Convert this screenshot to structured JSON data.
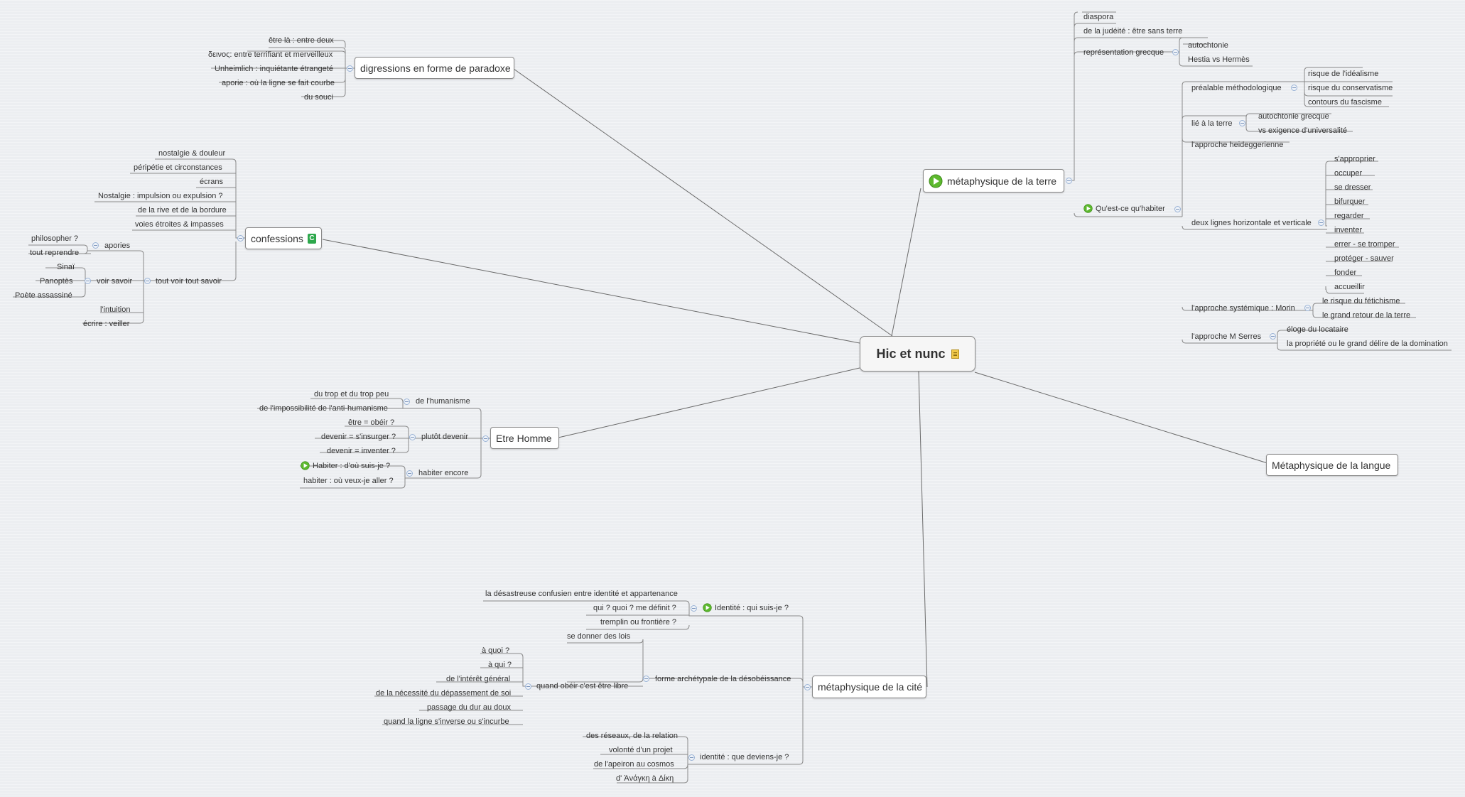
{
  "root": {
    "label": "Hic et nunc",
    "icon": "note-icon"
  },
  "branches": {
    "terre": {
      "label": "métaphysique de la terre",
      "icon": "play-icon",
      "items": {
        "diaspora": "diaspora",
        "judeite": "de la judéité : être sans terre",
        "rep_grecque": "représentation grecque",
        "autochtonie": "autochtonie",
        "hestia": "Hestia vs Hermès",
        "habiter": "Qu'est-ce qu'habiter",
        "prealable": "préalable méthodologique",
        "idealisme": "risque de l'idéalisme",
        "conservatisme": "risque du conservatisme",
        "fascisme": "contours du fascisme",
        "lie_terre": "lié à la terre",
        "autochtonie_grecque": "autochtonie grecque",
        "universalite": "vs exigence d'universalité",
        "heidegger": "l'approche heideggerienne",
        "deux_lignes": "deux lignes horizontale et verticale",
        "approprier": "s'approprier",
        "occuper": "occuper",
        "dresser": "se dresser",
        "bifurquer": "bifurquer",
        "regarder": "regarder",
        "inventer": "inventer",
        "errer": "errer - se tromper",
        "proteger": "protéger - sauver",
        "fonder": "fonder",
        "accueillir": "accueillir",
        "morin": "l'approche systémique : Morin",
        "fetichisme": "le risque du fétichisme",
        "retour": "le grand retour de la terre",
        "serres": "l'approche M Serres",
        "locataire": "éloge du locataire",
        "propriete": "la propriété ou le grand délire de la domination"
      }
    },
    "langue": {
      "label": "Métaphysique de la langue"
    },
    "digressions": {
      "label": "digressions en forme de paradoxe",
      "items": {
        "entre_deux": "être là : entre deux",
        "deinos": "δεινος: entre terrifiant et merveilleux",
        "unheimlich": "Unheimlich : inquiétante étrangeté",
        "aporie": "aporie : où la ligne se fait courbe",
        "souci": "du souci"
      }
    },
    "confessions": {
      "label": "confessions",
      "icon_letter": "C",
      "items": {
        "nostalgie": "nostalgie & douleur",
        "peripetie": "péripétie et circonstances",
        "ecrans": "écrans",
        "impulsion": "Nostalgie : impulsion ou expulsion ?",
        "rive": "de la rive et de la bordure",
        "voies": "voies étroites & impasses",
        "tout_voir": "tout voir tout savoir",
        "apories": "apories",
        "philosopher": "philosopher ?",
        "reprendre": "tout reprendre",
        "voir_savoir": "voir savoir",
        "sinai": "Sinaï",
        "panoptes": "Panoptès",
        "poete": "Poète assassiné",
        "intuition": "l'intuition",
        "ecrire": "écrire : veiller"
      }
    },
    "homme": {
      "label": "Etre Homme",
      "items": {
        "humanisme": "de l'humanisme",
        "trop": "du trop et du trop peu",
        "anti": "de l'impossibilité de l'anti-humanisme",
        "plutot": "plutôt devenir",
        "obeir": "être = obéir ?",
        "insurger": "devenir = s'insurger ?",
        "inventer": "devenir = inventer ?",
        "habiter_encore": "habiter encore",
        "dou": "Habiter : d'où suis-je ?",
        "ou_aller": "habiter : où veux-je aller ?"
      }
    },
    "cite": {
      "label": "métaphysique de la cité",
      "items": {
        "identite": "Identité : qui suis-je ?",
        "confusion": "la désastreuse confusien entre identité et appartenance",
        "definit": "qui ? quoi ? me définit ?",
        "tremplin": "tremplin ou frontière ?",
        "archetypale": "forme archétypale de la désobéissance",
        "lois": "se donner des lois",
        "libre": "quand obéir c'est être libre",
        "a_quoi": "à quoi ?",
        "a_qui": "à qui ?",
        "interet": "de l'intérêt général",
        "depassement": "de la nécessité du dépassement de soi",
        "dur_doux": "passage du dur au doux",
        "ligne": "quand la ligne s'inverse ou s'incurbe",
        "deviens": "identité : que deviens-je ?",
        "reseaux": "des réseaux, de la relation",
        "volonte": "volonté d'un projet",
        "apeiron": "de l'apeiron au cosmos",
        "ananke": "d' Ἀνάγκη  à Δίκη"
      }
    }
  },
  "colors": {
    "background": "#eceef1",
    "line": "#555555",
    "play": "#5cb82d",
    "toggle": "#9ab3d6"
  }
}
